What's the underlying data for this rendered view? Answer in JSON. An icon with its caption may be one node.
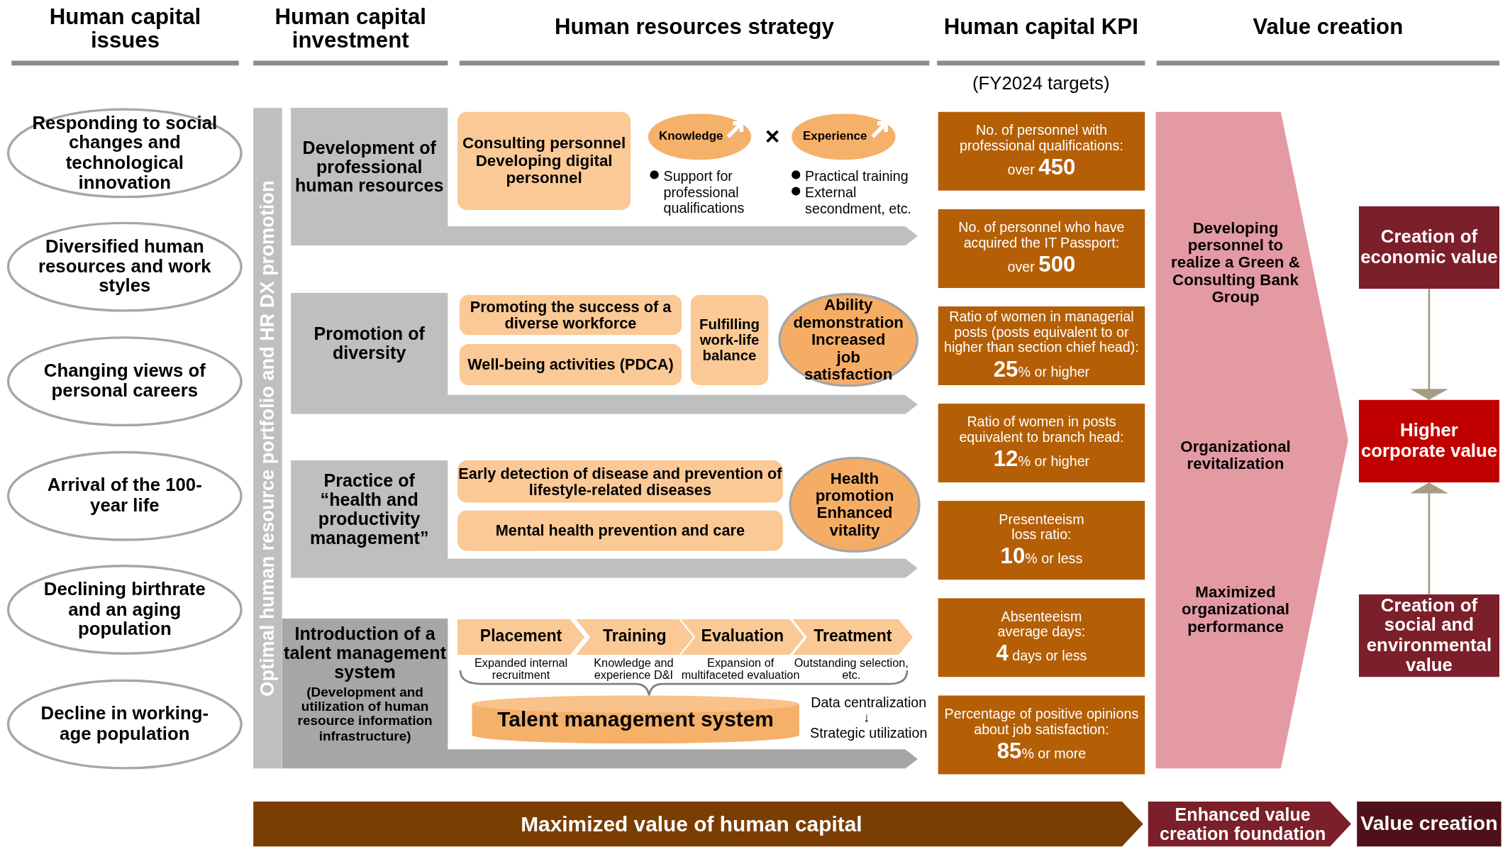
{
  "diagram": {
    "nodes": [
      {
        "text": [
          "Responding to social changes and technological innovation"
        ]
      },
      {
        "text": [
          "Diversified human resources and work styles"
        ]
      },
      {
        "text": [
          "Changing views of personal careers"
        ]
      },
      {
        "text": [
          "Arrival of the 100-year life"
        ]
      },
      {
        "text": [
          "Declining birthrate and an aging population"
        ]
      },
      {
        "text": [
          "Decline in working-age population"
        ]
      },
      {
        "text": [
          "Optimal human resource portfolio and HR DX promotion"
        ]
      },
      {
        "text": [
          "Development of professional human resources"
        ]
      },
      {
        "text": [
          "Consulting personnel",
          "Developing digital personnel"
        ]
      },
      {
        "text": [
          "Knowledge"
        ]
      },
      {
        "text": [
          "Experience"
        ]
      },
      {
        "text": [
          "Promotion of diversity"
        ]
      },
      {
        "text": [
          "Promoting the success of a diverse workforce"
        ]
      },
      {
        "text": [
          "Well-being activities (PDCA)"
        ]
      },
      {
        "text": [
          "Fulfilling work-life balance"
        ]
      },
      {
        "text": [
          "Ability demonstration",
          "Increased job satisfaction"
        ]
      },
      {
        "text": [
          "Practice of “health and productivity management”"
        ]
      },
      {
        "text": [
          "Early detection of disease and prevention of lifestyle-related diseases"
        ]
      },
      {
        "text": [
          "Mental health prevention and care"
        ]
      },
      {
        "text": [
          "Health promotion",
          "Enhanced vitality"
        ]
      },
      {
        "text": [
          "Introduction of a talent management system",
          "(Development and utilization of human resource information infrastructure)"
        ]
      },
      {
        "text": [
          "Placement"
        ],
        "beside": [
          "Expanded internal recruitment"
        ]
      },
      {
        "text": [
          "Training"
        ],
        "beside": [
          "Knowledge and experience D&I"
        ]
      },
      {
        "text": [
          "Evaluation"
        ],
        "beside": [
          "Expansion of multifaceted evaluation"
        ]
      },
      {
        "text": [
          "Treatment"
        ],
        "beside": [
          "Outstanding selection, etc."
        ]
      },
      {
        "text": [
          "Talent management system"
        ]
      },
      {
        "text": [
          "No. of personnel with professional qualifications:",
          "over **450**"
        ]
      },
      {
        "text": [
          "No. of personnel who have acquired the IT Passport:",
          "over **500**"
        ]
      },
      {
        "text": [
          "Ratio of women in managerial posts (posts equivalent to or higher than section chief head):",
          "**25**% or higher"
        ]
      },
      {
        "text": [
          "Ratio of women in posts equivalent to branch head:",
          "**12**% or higher"
        ]
      },
      {
        "text": [
          "Presenteeism loss ratio:",
          "**10**% or less"
        ]
      },
      {
        "text": [
          "Absenteeism average days:",
          "**4** days or less"
        ]
      },
      {
        "text": [
          "Percentage of positive opinions about job satisfaction:",
          "**85**% or more"
        ]
      },
      {
        "text": [
          "Developing personnel to realize a Green & Consulting Bank Group",
          "Organizational revitalization",
          "Maximized organizational performance"
        ]
      },
      {
        "text": [
          "Creation of economic value"
        ]
      },
      {
        "text": [
          "Higher corporate value"
        ]
      },
      {
        "text": [
          "Creation of social and environmental value"
        ]
      },
      {
        "text": [
          "Maximized value of human capital"
        ]
      },
      {
        "text": [
          "Enhanced value creation foundation"
        ]
      },
      {
        "text": [
          "Value creation"
        ]
      }
    ],
    "edges": [
      {
        "from": 34,
        "to": 35,
        "arrow": "to"
      },
      {
        "from": 36,
        "to": 35,
        "arrow": "to"
      }
    ],
    "labels": [
      "Human capital issues",
      "Human capital investment",
      "Human resources strategy",
      "Human capital KPI",
      "Value creation",
      "(FY2024 targets)",
      "×",
      "Support for professional qualifications",
      "Practical training",
      "External secondment, etc.",
      "Data centralization",
      "↓",
      "Strategic utilization"
    ]
  }
}
